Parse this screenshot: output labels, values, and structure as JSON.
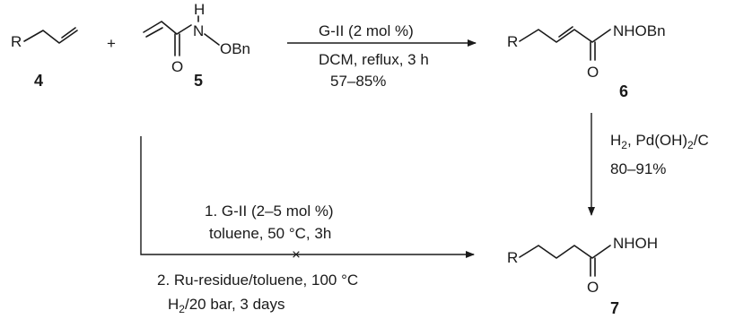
{
  "compounds": {
    "c4": {
      "number": "4",
      "r_label": "R"
    },
    "c5": {
      "number": "5",
      "o_label": "O",
      "h_label": "H",
      "n_label": "N",
      "obn_label": "OBn"
    },
    "c6": {
      "number": "6",
      "r_label": "R",
      "o_label": "O",
      "nhobn_label": "NHOBn"
    },
    "c7": {
      "number": "7",
      "r_label": "R",
      "o_label": "O",
      "nhoh_label": "NHOH"
    }
  },
  "plus_sign": "+",
  "top_arrow": {
    "catalyst": "G-II (2 mol %)",
    "conditions": "DCM, reflux, 3 h",
    "yield": "57–85%"
  },
  "right_arrow": {
    "reagent_h": "H",
    "reagent_sub": "2",
    "reagent_mid": ", Pd(OH)",
    "reagent_sub2": "2",
    "reagent_end": "/C",
    "yield": "80–91%"
  },
  "bottom_arrow": {
    "step1_line1": "1. G-II (2–5 mol %)",
    "step1_line2": "toluene, 50 °C, 3h",
    "step2_line1": "2. Ru-residue/toluene, 100 °C",
    "step2_line2_h": "H",
    "step2_line2_sub": "2",
    "step2_line2_rest": "/20 bar, 3 days",
    "cross_mark": "×"
  }
}
